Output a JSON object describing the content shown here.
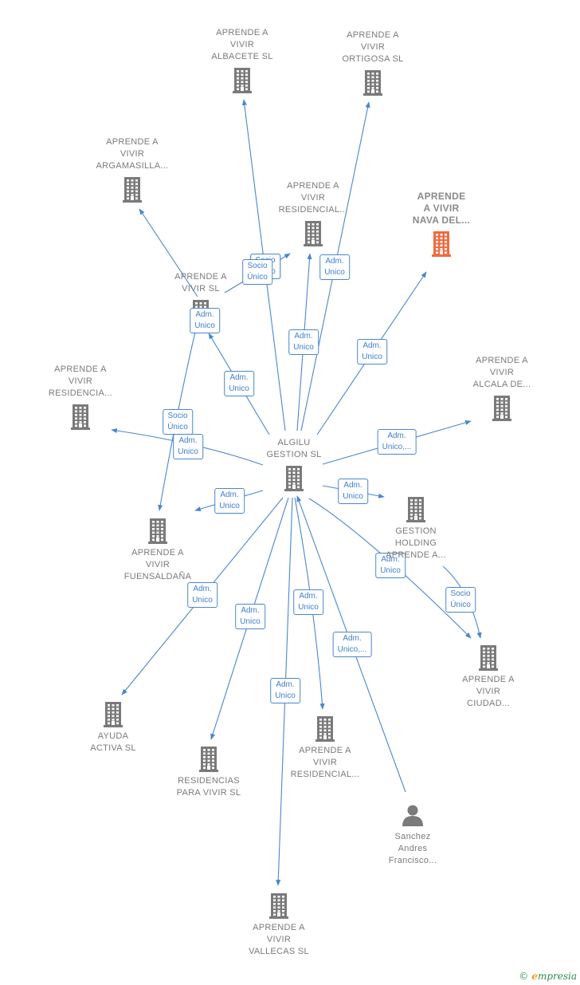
{
  "colors": {
    "edge": "#4a86cf",
    "node": "#7a7a7a",
    "highlight": "#f26a3d"
  },
  "nodes": [
    {
      "id": "center",
      "type": "company",
      "lines": [
        "ALGILU",
        "GESTION  SL"
      ],
      "label_pos": "above"
    },
    {
      "id": "albacete",
      "type": "company",
      "lines": [
        "APRENDE A",
        "VIVIR",
        "ALBACETE  SL"
      ],
      "label_pos": "above"
    },
    {
      "id": "ortigosa",
      "type": "company",
      "lines": [
        "APRENDE A",
        "VIVIR",
        "ORTIGOSA  SL"
      ],
      "label_pos": "above"
    },
    {
      "id": "argamasilla",
      "type": "company",
      "lines": [
        "APRENDE A",
        "VIVIR",
        "ARGAMASILLA..."
      ],
      "label_pos": "above"
    },
    {
      "id": "residencial1",
      "type": "company",
      "lines": [
        "APRENDE A",
        "VIVIR",
        "RESIDENCIAL..."
      ],
      "label_pos": "above"
    },
    {
      "id": "nava",
      "type": "company",
      "lines": [
        "APRENDE",
        "A VIVIR",
        "NAVA DEL..."
      ],
      "label_pos": "above",
      "highlight": true
    },
    {
      "id": "vivirsl",
      "type": "company",
      "lines": [
        "APRENDE A",
        "VIVIR SL"
      ],
      "label_pos": "above"
    },
    {
      "id": "residencia",
      "type": "company",
      "lines": [
        "APRENDE A",
        "VIVIR",
        "RESIDENCIA..."
      ],
      "label_pos": "above"
    },
    {
      "id": "alcala",
      "type": "company",
      "lines": [
        "APRENDE A",
        "VIVIR",
        "ALCALA DE..."
      ],
      "label_pos": "above"
    },
    {
      "id": "fuensaldana",
      "type": "company",
      "lines": [
        "APRENDE A",
        "VIVIR",
        "FUENSALDAÑA"
      ],
      "label_pos": "below"
    },
    {
      "id": "holding",
      "type": "company",
      "lines": [
        "GESTION",
        "HOLDING",
        "APRENDE A..."
      ],
      "label_pos": "below"
    },
    {
      "id": "ciudad",
      "type": "company",
      "lines": [
        "APRENDE A",
        "VIVIR",
        "CIUDAD..."
      ],
      "label_pos": "below"
    },
    {
      "id": "ayuda",
      "type": "company",
      "lines": [
        "AYUDA",
        "ACTIVA  SL"
      ],
      "label_pos": "below"
    },
    {
      "id": "residencias",
      "type": "company",
      "lines": [
        "RESIDENCIAS",
        "PARA VIVIR  SL"
      ],
      "label_pos": "below"
    },
    {
      "id": "residencial2",
      "type": "company",
      "lines": [
        "APRENDE A",
        "VIVIR",
        "RESIDENCIAL..."
      ],
      "label_pos": "below"
    },
    {
      "id": "sanchez",
      "type": "person",
      "lines": [
        "Sanchez",
        "Andres",
        "Francisco..."
      ],
      "label_pos": "below"
    },
    {
      "id": "vallecas",
      "type": "company",
      "lines": [
        "APRENDE A",
        "VIVIR",
        "VALLECAS  SL"
      ],
      "label_pos": "below"
    }
  ],
  "edges": [
    {
      "from": "center",
      "to": "albacete",
      "label": [
        "Adm.",
        "Unico"
      ]
    },
    {
      "from": "center",
      "to": "ortigosa",
      "label": [
        "Adm.",
        "Unico"
      ]
    },
    {
      "from": "vivirsl",
      "to": "argamasilla",
      "label": [
        "Adm.",
        "Unico"
      ]
    },
    {
      "from": "center",
      "to": "residencial1",
      "label": [
        "Adm.",
        "Unico"
      ]
    },
    {
      "from": "vivirsl",
      "to": "residencial1",
      "label": [
        "Socio",
        "Único"
      ]
    },
    {
      "from": "center",
      "to": "nava",
      "label": [
        "Adm.",
        "Unico"
      ]
    },
    {
      "from": "center",
      "to": "vivirsl",
      "label": [
        "Adm.",
        "Unico"
      ]
    },
    {
      "from": "center",
      "to": "residencia",
      "label": [
        "Adm.",
        "Unico"
      ]
    },
    {
      "from": "vivirsl",
      "to": "fuensaldana",
      "label": [
        "Socio",
        "Único"
      ]
    },
    {
      "from": "center",
      "to": "fuensaldana",
      "label": [
        "Adm.",
        "Unico"
      ]
    },
    {
      "from": "center",
      "to": "alcala",
      "label": [
        "Adm.",
        "Unico,..."
      ]
    },
    {
      "from": "center",
      "to": "holding",
      "label": [
        "Adm.",
        "Unico"
      ]
    },
    {
      "from": "center",
      "to": "ciudad",
      "label": [
        "Adm.",
        "Unico"
      ]
    },
    {
      "from": "holding",
      "to": "ciudad",
      "label": [
        "Socio",
        "Único"
      ]
    },
    {
      "from": "center",
      "to": "ayuda",
      "label": [
        "Adm.",
        "Unico"
      ]
    },
    {
      "from": "center",
      "to": "residencias",
      "label": [
        "Adm.",
        "Unico"
      ]
    },
    {
      "from": "center",
      "to": "residencial2",
      "label": [
        "Adm.",
        "Unico"
      ]
    },
    {
      "from": "sanchez",
      "to": "center",
      "label": [
        "Adm.",
        "Unico,..."
      ]
    },
    {
      "from": "center",
      "to": "vallecas",
      "label": [
        "Adm.",
        "Unico"
      ]
    }
  ],
  "footer": {
    "copyright": "©",
    "brand_e": "e",
    "brand_rest": "mpresia"
  }
}
